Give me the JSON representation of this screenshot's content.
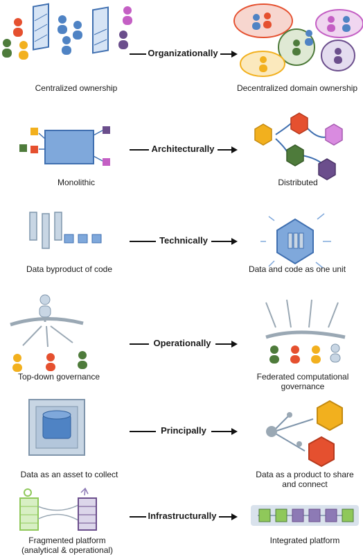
{
  "rows": [
    {
      "shift": "Organizationally",
      "from": "Centralized ownership",
      "to": "Decentralized domain ownership"
    },
    {
      "shift": "Architecturally",
      "from": "Monolithic",
      "to": "Distributed"
    },
    {
      "shift": "Technically",
      "from": "Data byproduct of code",
      "to": "Data and code as one unit"
    },
    {
      "shift": "Operationally",
      "from": "Top-down governance",
      "to": "Federated computational governance"
    },
    {
      "shift": "Principally",
      "from": "Data as an asset to collect",
      "to": "Data as a product to share and  connect"
    },
    {
      "shift": "Infrastructurally",
      "from": "Fragmented platform (analytical & operational)",
      "to": "Integrated platform"
    }
  ],
  "colors": {
    "red": "#e5502f",
    "yellow": "#f2b01e",
    "green": "#4e7b3b",
    "blue": "#4f83c4",
    "purple": "#6b4e8c",
    "pink": "#c45fc4",
    "gray": "#9aa8b4",
    "lightgreen": "#8fc85a"
  }
}
